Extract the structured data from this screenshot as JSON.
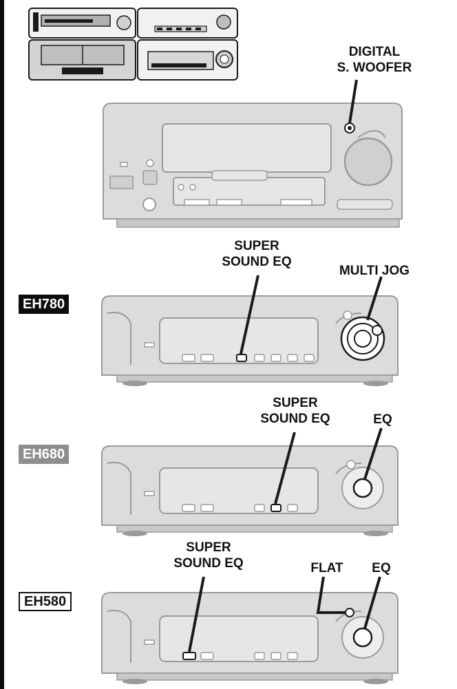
{
  "labels": {
    "digital_woofer_line1": "DIGITAL",
    "digital_woofer_line2": "S. WOOFER",
    "eh780_super_line1": "SUPER",
    "eh780_super_line2": "SOUND EQ",
    "eh780_multi_jog": "MULTI JOG",
    "eh680_super_line1": "SUPER",
    "eh680_super_line2": "SOUND EQ",
    "eh680_eq": "EQ",
    "eh580_super_line1": "SUPER",
    "eh580_super_line2": "SOUND EQ",
    "eh580_flat": "FLAT",
    "eh580_eq": "EQ"
  },
  "models": {
    "eh780": "EH780",
    "eh680": "EH680",
    "eh580": "EH580"
  },
  "colors": {
    "panel": "#dcdcdc",
    "outline": "#9a9a9a",
    "dark": "#1a1a1a",
    "model_gray": "#8e8e8e"
  }
}
